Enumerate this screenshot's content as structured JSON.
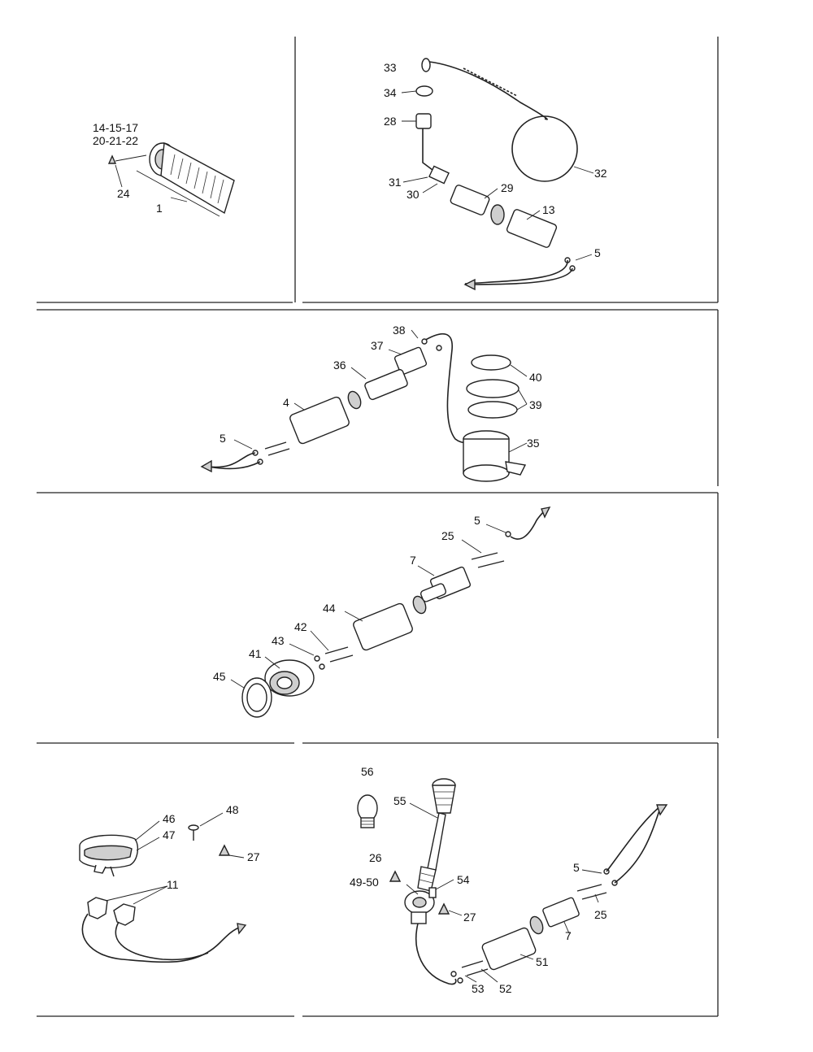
{
  "panels": {
    "grip": {
      "labels": {
        "group_a": "14-15-17",
        "group_b": "20-21-22",
        "p24": "24",
        "p1": "1"
      }
    },
    "throttle_sensor": {
      "labels": {
        "p33": "33",
        "p34": "34",
        "p28": "28",
        "p32": "32",
        "p31": "31",
        "p30": "30",
        "p29": "29",
        "p13": "13",
        "p5": "5"
      }
    },
    "gauge_connector": {
      "labels": {
        "p38": "38",
        "p37": "37",
        "p36": "36",
        "p40": "40",
        "p39": "39",
        "p4": "4",
        "p35": "35",
        "p5": "5"
      }
    },
    "socket_connector": {
      "labels": {
        "p5": "5",
        "p25": "25",
        "p7": "7",
        "p44": "44",
        "p42": "42",
        "p43": "43",
        "p41": "41",
        "p45": "45"
      }
    },
    "switch_clip": {
      "labels": {
        "p46": "46",
        "p47": "47",
        "p48": "48",
        "p27": "27",
        "p11": "11"
      }
    },
    "lamp_post": {
      "labels": {
        "p56": "56",
        "p55": "55",
        "p26": "26",
        "p54": "54",
        "p4950": "49-50",
        "p27": "27",
        "p5": "5",
        "p25": "25",
        "p7": "7",
        "p51": "51",
        "p53": "53",
        "p52": "52"
      }
    }
  }
}
